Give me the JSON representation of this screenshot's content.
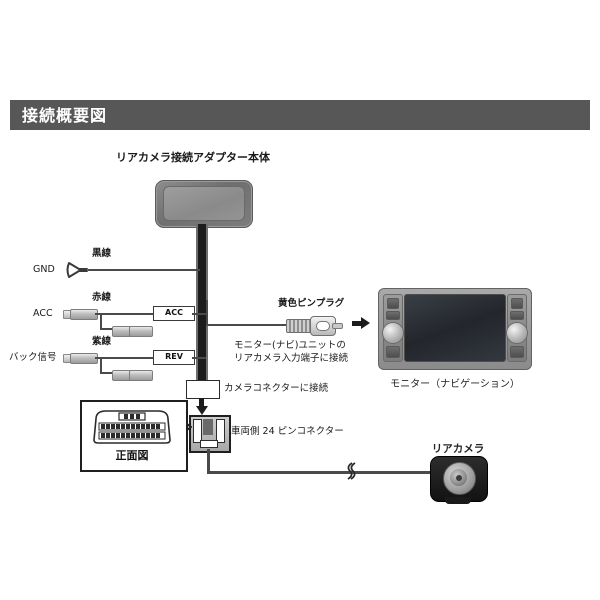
{
  "header": {
    "title": "接続概要図"
  },
  "diagram": {
    "adapter_title": "リアカメラ接続アダプター本体",
    "labels": {
      "gnd": "GND",
      "gnd_wire": "黒線",
      "acc": "ACC",
      "acc_wire": "赤線",
      "acc_tag": "ACC",
      "back_signal": "バック信号",
      "back_wire": "紫線",
      "rev_tag": "REV",
      "rca_plug": "黄色ピンプラグ",
      "rca_note_line1": "モニター(ナビ)ユニットの",
      "rca_note_line2": "リアカメラ入力端子に接続",
      "monitor": "モニター（ナビゲーション）",
      "camera_connector_note": "カメラコネクターに接続",
      "pin24_note": "車両側 24 ピンコネクター",
      "front_view": "正面図",
      "rear_camera": "リアカメラ"
    },
    "icons": {
      "ring_terminal": "ring-terminal-icon",
      "arrow_right": "arrow-right-icon",
      "arrow_down": "arrow-down-icon",
      "cable_break": "cable-break-icon"
    },
    "colors": {
      "header_bg": "#575757",
      "header_text": "#ffffff",
      "page_bg": "#ffffff",
      "wire": "#4a4a4a",
      "trunk": "#1c1c1c",
      "text": "#1a1a1a",
      "camera_body": "#121212",
      "adapter_body": "#7d7d7d"
    }
  }
}
